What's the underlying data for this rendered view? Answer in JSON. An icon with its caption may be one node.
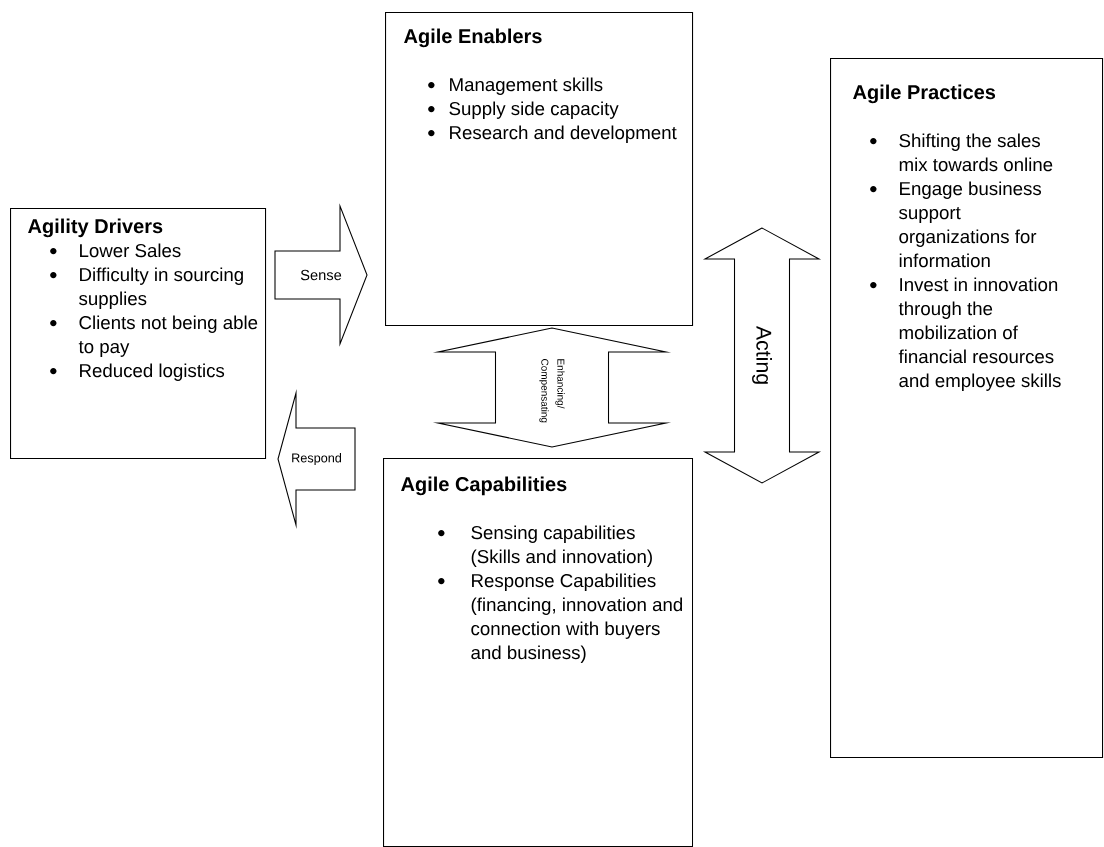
{
  "diagram": {
    "nodes": [
      {
        "text": [
          "Agility Drivers",
          "Lower Sales",
          "Difficulty in sourcing supplies",
          "Clients not being able to pay",
          "Reduced logistics"
        ]
      },
      {
        "text": [
          "Agile Enablers",
          "Management skills",
          "Supply side capacity",
          "Research and development"
        ]
      },
      {
        "text": [
          "Agile Capabilities",
          "Sensing capabilities (Skills and innovation)",
          "Response Capabilities (financing, innovation and connection with buyers and business)"
        ]
      },
      {
        "text": [
          "Agile Practices",
          "Shifting the sales mix towards online",
          "Engage business support organizations for information",
          "Invest in innovation through the mobilization of  financial resources and employee skills"
        ]
      }
    ],
    "edges": [
      {
        "from": 0,
        "to": 1,
        "arrow": "to",
        "label": "Sense"
      },
      {
        "from": 2,
        "to": 0,
        "arrow": "to",
        "label": "Respond"
      },
      {
        "from": 1,
        "to": 2,
        "arrow": "both",
        "label": "Enhancing/ Compensating"
      },
      {
        "from": 1,
        "to": 2,
        "arrow": "both",
        "label": "Acting"
      }
    ]
  }
}
